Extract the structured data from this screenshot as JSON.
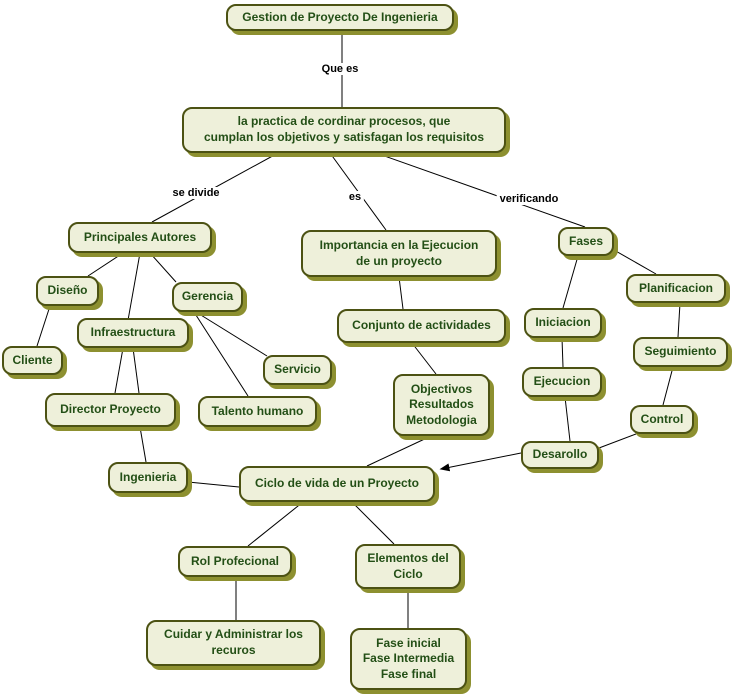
{
  "title": "Gestion de Proyecto De Ingenieria",
  "colors": {
    "node-fill": "#eef0da",
    "node-border": "#4c5213",
    "node-shadow": "#8d9030",
    "node-text": "#234f16",
    "edge-color": "#000000",
    "page-bg": "#ffffff"
  },
  "nodes": {
    "gestion": {
      "label": "Gestion de Proyecto De Ingenieria"
    },
    "practica": {
      "label": "la practica de cordinar procesos, que\ncumplan los objetivos y satisfagan los requisitos"
    },
    "principales": {
      "label": "Principales Autores"
    },
    "diseno": {
      "label": "Diseño"
    },
    "gerencia": {
      "label": "Gerencia"
    },
    "infraestructura": {
      "label": "Infraestructura"
    },
    "cliente": {
      "label": "Cliente"
    },
    "director": {
      "label": "Director Proyecto"
    },
    "servicio": {
      "label": "Servicio"
    },
    "talento": {
      "label": "Talento humano"
    },
    "ingenieria": {
      "label": "Ingenieria"
    },
    "ciclo": {
      "label": "Ciclo de vida de un Proyecto"
    },
    "importancia": {
      "label": "Importancia en la Ejecucion\nde un proyecto"
    },
    "conjunto": {
      "label": "Conjunto de actividades"
    },
    "objectivos": {
      "label": "Objectivos\nResultados\nMetodologia"
    },
    "fases": {
      "label": "Fases"
    },
    "planificacion": {
      "label": "Planificacion"
    },
    "iniciacion": {
      "label": "Iniciacion"
    },
    "seguimiento": {
      "label": "Seguimiento"
    },
    "ejecucion": {
      "label": "Ejecucion"
    },
    "control": {
      "label": "Control"
    },
    "desarollo": {
      "label": "Desarollo"
    },
    "rol": {
      "label": "Rol Profecional"
    },
    "elementos": {
      "label": "Elementos del\nCiclo"
    },
    "cuidar": {
      "label": "Cuidar y Administrar los\nrecuros"
    },
    "fase3": {
      "label": "Fase inicial\nFase Intermedia\nFase final"
    }
  },
  "edge_labels": {
    "que_es": "Que es",
    "se_divide": "se divide",
    "es": "es",
    "verificando": "verificando"
  },
  "edges": [
    {
      "from": "gestion",
      "to": "practica",
      "label": "Que es"
    },
    {
      "from": "practica",
      "to": "principales",
      "label": "se divide"
    },
    {
      "from": "practica",
      "to": "importancia",
      "label": "es"
    },
    {
      "from": "practica",
      "to": "fases",
      "label": "verificando"
    },
    {
      "from": "principales",
      "to": "diseno"
    },
    {
      "from": "principales",
      "to": "director"
    },
    {
      "from": "principales",
      "to": "gerencia"
    },
    {
      "from": "infraestructura",
      "to": "director"
    },
    {
      "from": "diseno",
      "to": "cliente"
    },
    {
      "from": "gerencia",
      "to": "servicio"
    },
    {
      "from": "gerencia",
      "to": "talento"
    },
    {
      "from": "director",
      "to": "ingenieria"
    },
    {
      "from": "ingenieria",
      "to": "ciclo"
    },
    {
      "from": "importancia",
      "to": "conjunto"
    },
    {
      "from": "conjunto",
      "to": "objectivos"
    },
    {
      "from": "objectivos",
      "to": "ciclo"
    },
    {
      "from": "fases",
      "to": "iniciacion"
    },
    {
      "from": "fases",
      "to": "planificacion"
    },
    {
      "from": "iniciacion",
      "to": "ejecucion"
    },
    {
      "from": "planificacion",
      "to": "seguimiento"
    },
    {
      "from": "seguimiento",
      "to": "control"
    },
    {
      "from": "ejecucion",
      "to": "desarollo"
    },
    {
      "from": "control",
      "to": "desarollo"
    },
    {
      "from": "desarollo",
      "to": "ciclo",
      "arrow": true
    },
    {
      "from": "ciclo",
      "to": "rol"
    },
    {
      "from": "ciclo",
      "to": "elementos"
    },
    {
      "from": "rol",
      "to": "cuidar"
    },
    {
      "from": "elementos",
      "to": "fase3"
    }
  ]
}
